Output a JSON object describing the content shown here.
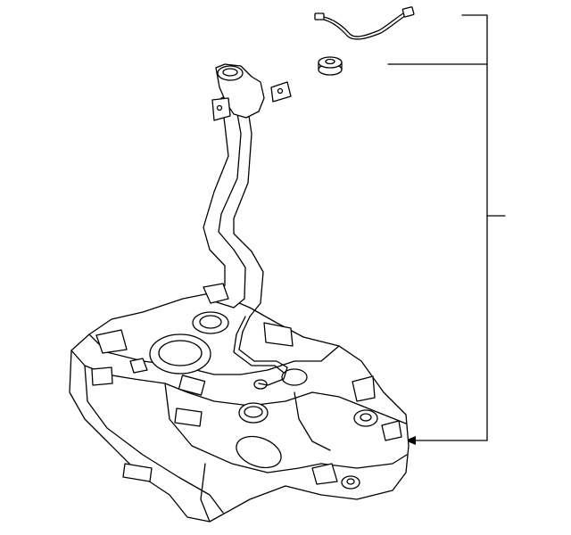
{
  "diagram": {
    "type": "parts-exploded-view",
    "components": [
      {
        "name": "fuel-tank-assembly"
      },
      {
        "name": "filler-pipe"
      },
      {
        "name": "wiring-harness"
      },
      {
        "name": "grommet"
      }
    ],
    "colors": {
      "line": "#000000",
      "background": "#ffffff"
    }
  }
}
